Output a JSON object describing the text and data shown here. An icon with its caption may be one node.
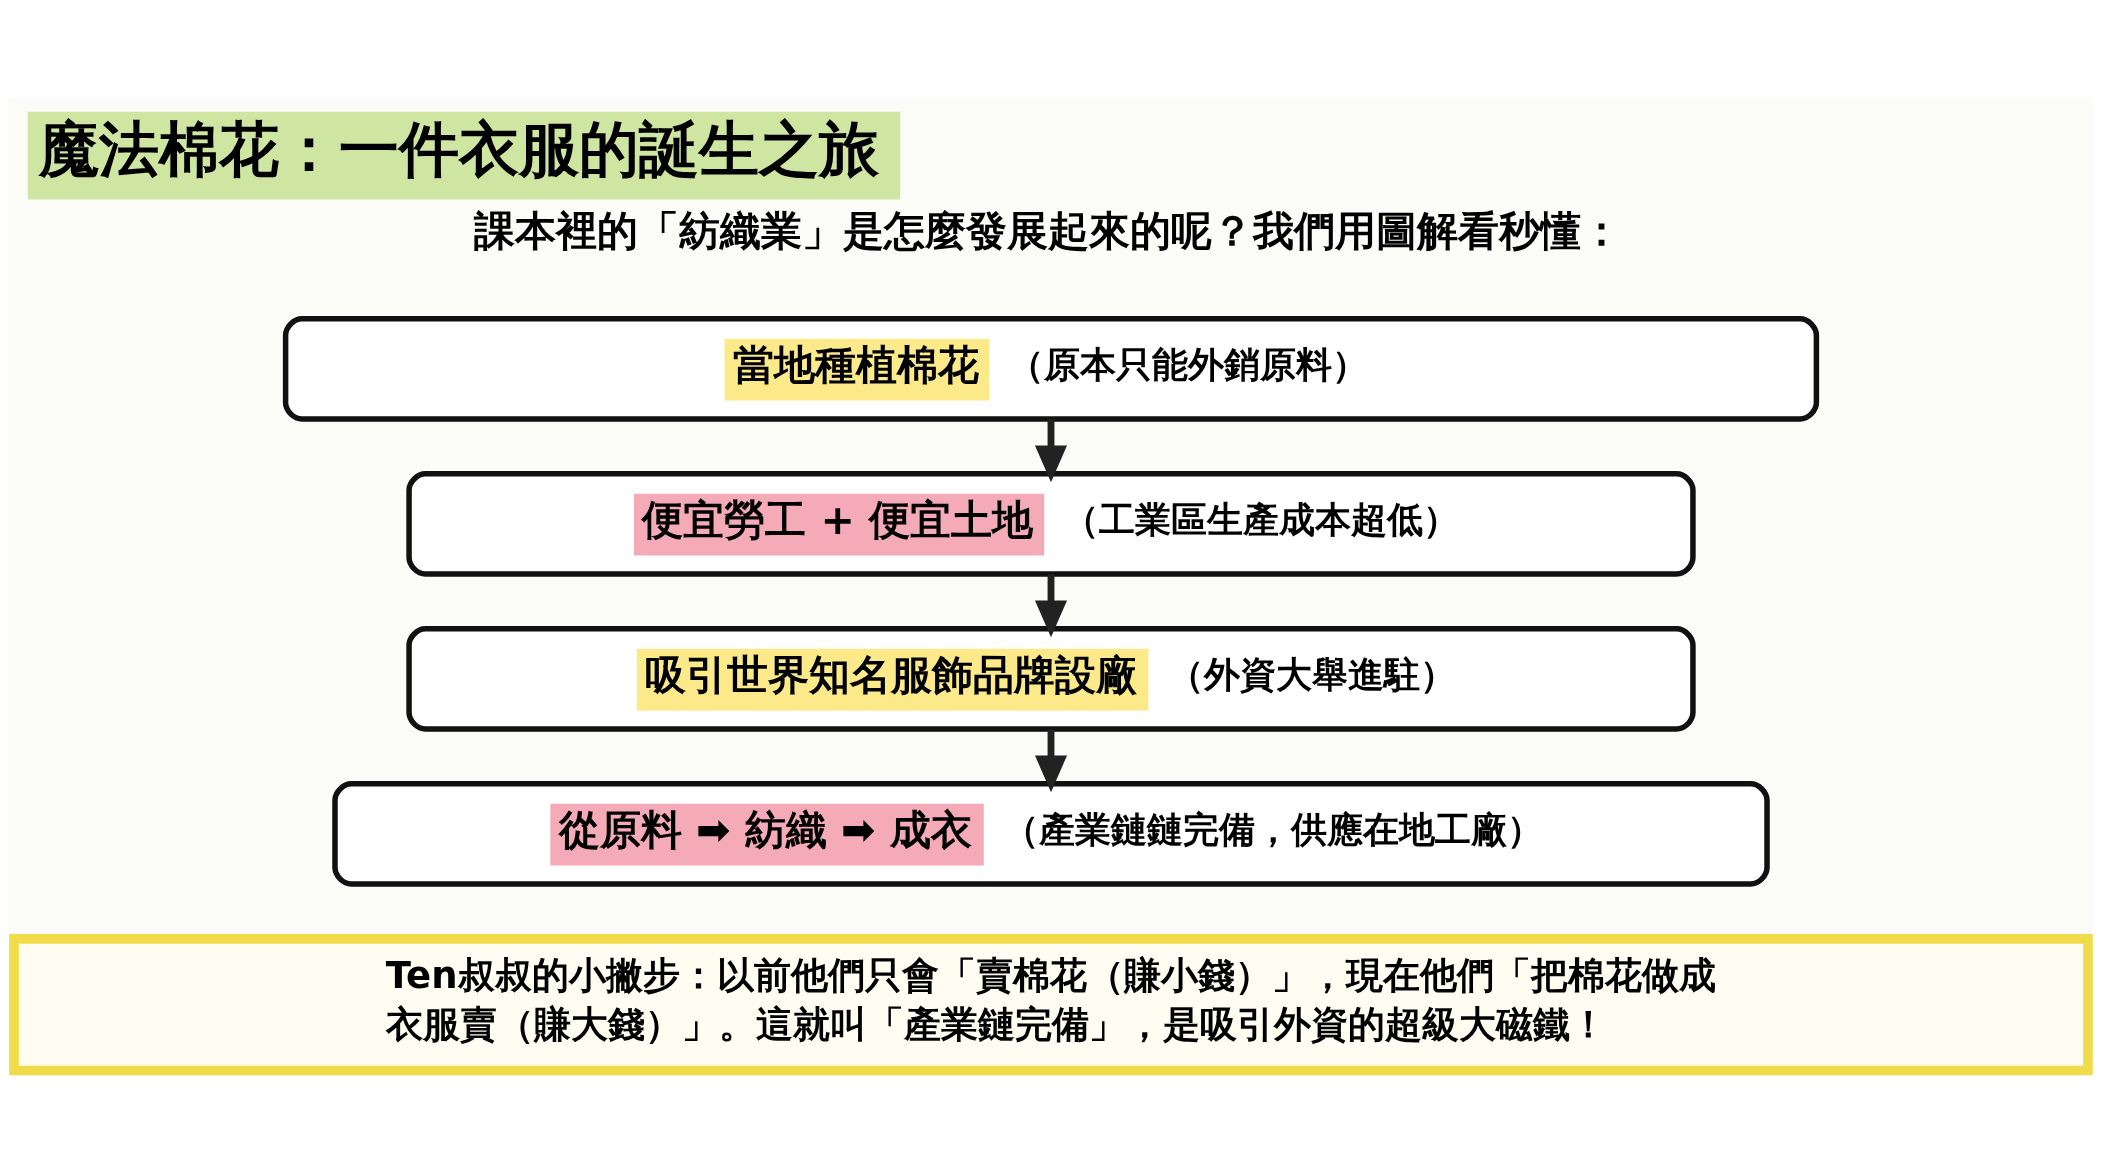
{
  "diagram": {
    "title": "魔法棉花：一件衣服的誕生之旅",
    "nodes": [
      {
        "text": [
          "當地種植棉花",
          "（原本只能外銷原料）"
        ]
      },
      {
        "text": [
          "便宜勞工 + 便宜土地",
          "（工業區生產成本超低）"
        ]
      },
      {
        "text": [
          "吸引世界知名服飾品牌設廠",
          "（外資大舉進駐）"
        ]
      },
      {
        "text": [
          "從原料 ➡ 紡織 ➡ 成衣",
          "（產業鏈鏈完備，供應在地工廠）"
        ]
      },
      {
        "text": [
          "Ten叔叔的小撇步：以前他們只會「賣棉花（賺小錢）」，現在他們「把棉花做成衣服賣（賺大錢）」。這就叫「產業鏈完備」，是吸引外資的超級大磁鐵！"
        ]
      }
    ],
    "edges": [
      {
        "from": 0,
        "to": 1,
        "arrow": "to"
      },
      {
        "from": 1,
        "to": 2,
        "arrow": "to"
      },
      {
        "from": 2,
        "to": 3,
        "arrow": "to"
      }
    ],
    "labels": [
      "課本裡的「紡織業」是怎麼發展起來的呢？我們用圖解看秒懂："
    ]
  }
}
